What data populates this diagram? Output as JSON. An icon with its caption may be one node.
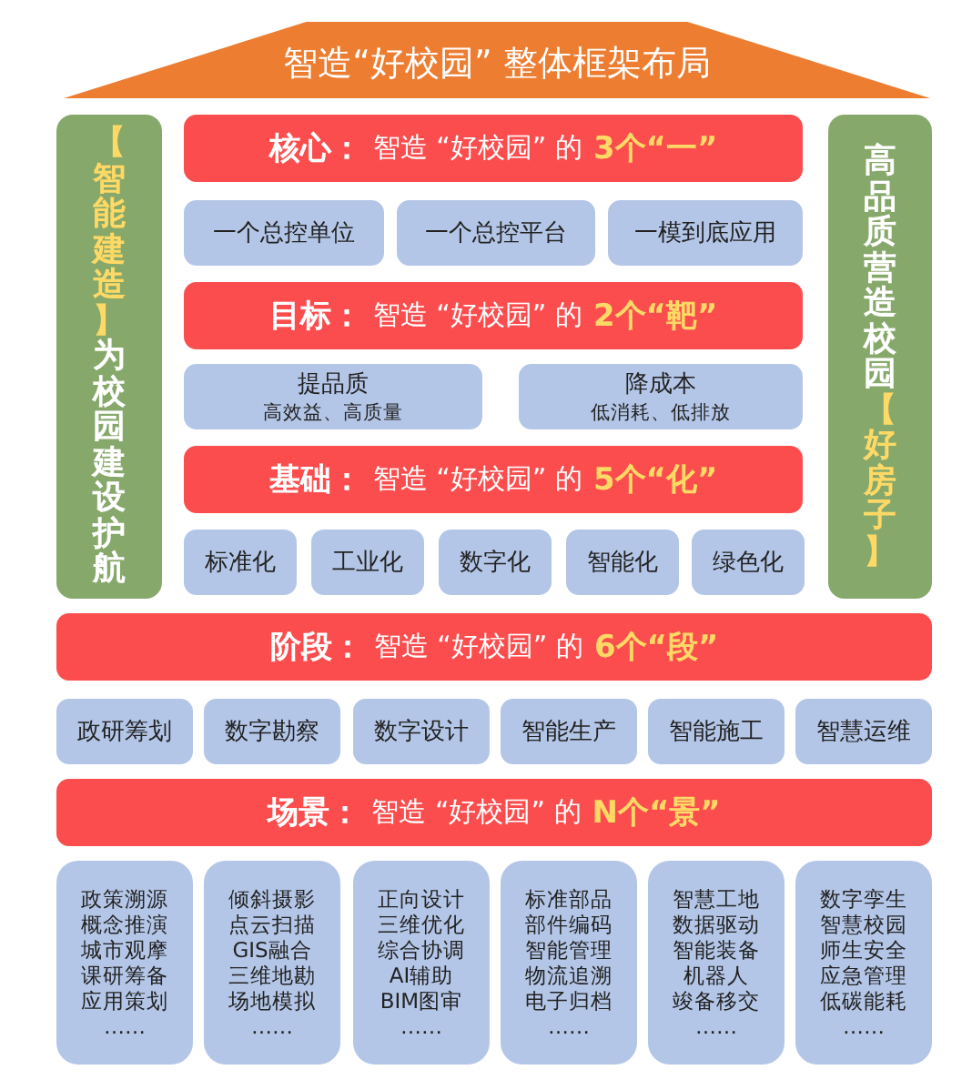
{
  "diagram": {
    "nodes": [
      {
        "text": [
          "智造“好校园” 整体框架布局"
        ]
      },
      {
        "text": [
          "【智能建造】",
          "为校园建设护航"
        ]
      },
      {
        "text": [
          "高品质营造校园",
          "【好房子】"
        ]
      },
      {
        "text": [
          "核心：",
          "智造 “好校园” 的",
          "3个“一”"
        ]
      },
      {
        "text": [
          "一个总控单位"
        ]
      },
      {
        "text": [
          "一个总控平台"
        ]
      },
      {
        "text": [
          "一模到底应用"
        ]
      },
      {
        "text": [
          "目标：",
          "智造 “好校园” 的",
          "2个“靶”"
        ]
      },
      {
        "text": [
          "提品质",
          "高效益、高质量"
        ]
      },
      {
        "text": [
          "降成本",
          "低消耗、低排放"
        ]
      },
      {
        "text": [
          "基础：",
          "智造 “好校园” 的",
          "5个“化”"
        ]
      },
      {
        "text": [
          "标准化"
        ]
      },
      {
        "text": [
          "工业化"
        ]
      },
      {
        "text": [
          "数字化"
        ]
      },
      {
        "text": [
          "智能化"
        ]
      },
      {
        "text": [
          "绿色化"
        ]
      },
      {
        "text": [
          "阶段：",
          "智造 “好校园” 的",
          "6个“段”"
        ]
      },
      {
        "text": [
          "政研筹划"
        ]
      },
      {
        "text": [
          "数字勘察"
        ]
      },
      {
        "text": [
          "数字设计"
        ]
      },
      {
        "text": [
          "智能生产"
        ]
      },
      {
        "text": [
          "智能施工"
        ]
      },
      {
        "text": [
          "智慧运维"
        ]
      },
      {
        "text": [
          "场景：",
          "智造 “好校园” 的",
          "N个“景”"
        ]
      },
      {
        "text": [
          "政策溯源",
          "概念推演",
          "城市观摩",
          "课研筹备",
          "应用策划",
          "……"
        ]
      },
      {
        "text": [
          "倾斜摄影",
          "点云扫描",
          "GIS融合",
          "三维地勘",
          "场地模拟",
          "……"
        ]
      },
      {
        "text": [
          "正向设计",
          "三维优化",
          "综合协调",
          "AI辅助",
          "BIM图审",
          "……"
        ]
      },
      {
        "text": [
          "标准部品",
          "部件编码",
          "智能管理",
          "物流追溯",
          "电子归档",
          "……"
        ]
      },
      {
        "text": [
          "智慧工地",
          "数据驱动",
          "智能装备",
          "机器人",
          "竣备移交",
          "……"
        ]
      },
      {
        "text": [
          "数字孪生",
          "智慧校园",
          "师生安全",
          "应急管理",
          "低碳能耗",
          "……"
        ]
      }
    ]
  }
}
